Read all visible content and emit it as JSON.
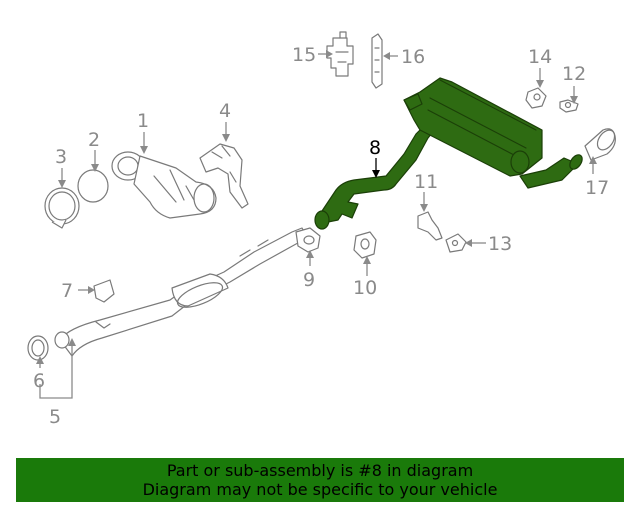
{
  "diagram": {
    "highlighted_part": "8",
    "callouts": [
      "1",
      "2",
      "3",
      "4",
      "5",
      "6",
      "7",
      "8",
      "9",
      "10",
      "11",
      "12",
      "13",
      "14",
      "15",
      "16",
      "17"
    ],
    "colors": {
      "highlight": "#2e6b12",
      "banner": "#1a7a0a",
      "line": "#7a7a7a"
    }
  },
  "banner": {
    "line1": "Part or sub-assembly is #8 in diagram",
    "line2": "Diagram may not be specific to your vehicle"
  }
}
